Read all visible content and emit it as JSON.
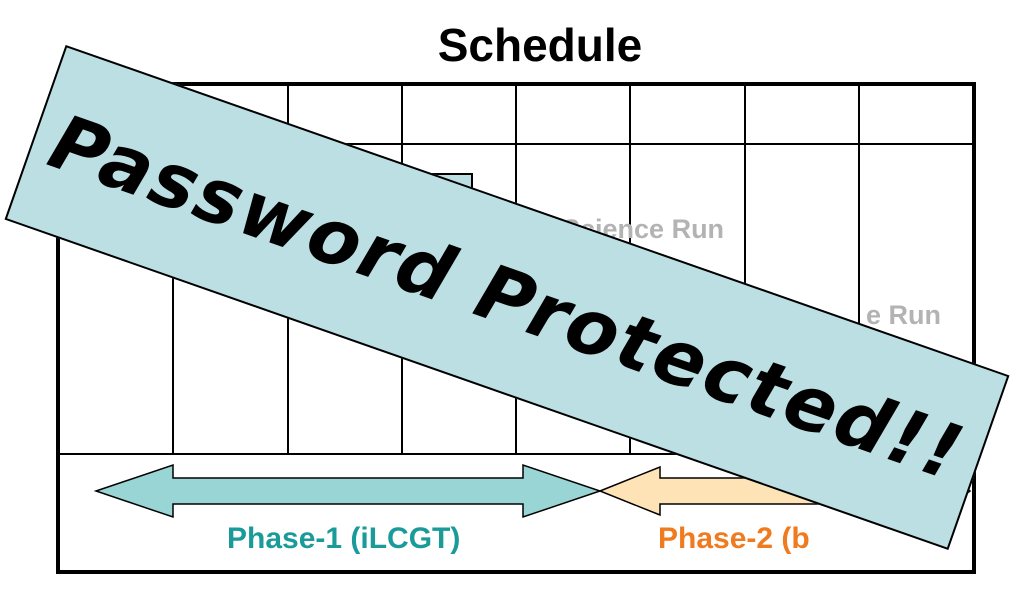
{
  "slide": {
    "title": "Schedule",
    "hidden_labels": {
      "science_run_1": "Science Run",
      "science_run_2": "e Run"
    },
    "phase_1": {
      "label": "Phase-1 (iLCGT)",
      "color": "#1b9a9a",
      "arrow_color": "#99d5d5"
    },
    "phase_2": {
      "label": "Phase-2 (b",
      "color": "#f07a1e",
      "arrow_color": "#fde3b5"
    }
  },
  "overlay": {
    "text": "Password Protected!!",
    "background": "#bcdfe3"
  }
}
